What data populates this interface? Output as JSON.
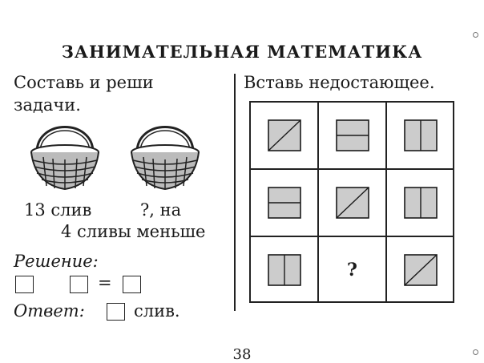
{
  "title": "ЗАНИМАТЕЛЬНАЯ МАТЕМАТИКА",
  "left": {
    "task_line1": "Составь и реши",
    "task_line2": "задачи.",
    "basket1_label": "13 слив",
    "basket2_label": "?, на",
    "basket2_label_line2": "4 сливы меньше",
    "solution_label": "Решение:",
    "equals": "=",
    "answer_label": "Ответ:",
    "answer_unit": "слив."
  },
  "right": {
    "task": "Вставь  недостающее.",
    "missing": "?",
    "grid": [
      [
        "diagonal",
        "horizontal",
        "vertical"
      ],
      [
        "horizontal",
        "diagonal",
        "vertical"
      ],
      [
        "vertical",
        "missing",
        "diagonal"
      ]
    ]
  },
  "page_number": "38",
  "colors": {
    "tile_fill": "#cccccc",
    "ink": "#1a1a1a"
  }
}
